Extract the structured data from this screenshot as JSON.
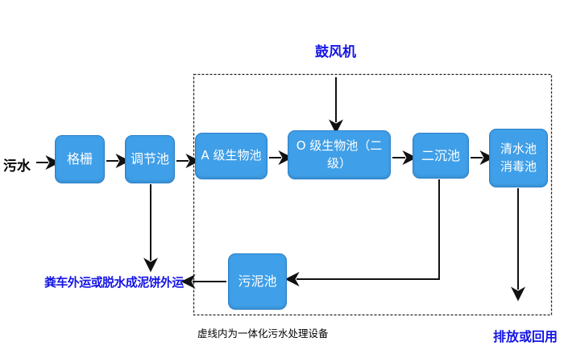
{
  "diagram": {
    "influent_label": "污水",
    "blower_label": "鼓风机",
    "nodes": {
      "grille": "格栅",
      "regulating_tank": "调节池",
      "a_bio_tank": "A 级生物池",
      "o_bio_tank": "O 级生物池（二级）",
      "secondary_clarifier": "二沉池",
      "clean_disinfection_tank": "清水池\n消毒池",
      "sludge_tank": "污泥池"
    },
    "annotations": {
      "sludge_disposal": "粪车外运或脱水成泥饼外运",
      "dashed_box_caption": "虚线内为一体化污水处理设备",
      "discharge_reuse": "排放或回用"
    },
    "edges": [
      {
        "from": "污水",
        "to": "格栅"
      },
      {
        "from": "格栅",
        "to": "调节池"
      },
      {
        "from": "调节池",
        "to": "A 级生物池"
      },
      {
        "from": "A 级生物池",
        "to": "O 级生物池（二级）"
      },
      {
        "from": "O 级生物池（二级）",
        "to": "二沉池"
      },
      {
        "from": "二沉池",
        "to": "清水池 消毒池"
      },
      {
        "from": "鼓风机",
        "to": "O 级生物池（二级）"
      },
      {
        "from": "调节池",
        "to": "粪车外运或脱水成泥饼外运"
      },
      {
        "from": "二沉池",
        "to": "污泥池"
      },
      {
        "from": "污泥池",
        "to": "粪车外运或脱水成泥饼外运"
      },
      {
        "from": "清水池 消毒池",
        "to": "排放或回用"
      }
    ],
    "colors": {
      "node_fill": "#3F9FE8",
      "node_border": "#2B7FC9",
      "node_text": "#FFFFFF",
      "accent_text": "#1515E6",
      "connector": "#111111"
    }
  }
}
